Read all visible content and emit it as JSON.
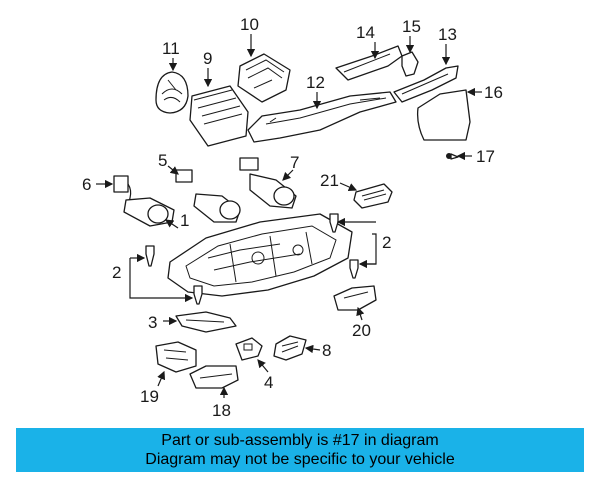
{
  "diagram": {
    "callouts": [
      "1",
      "2",
      "2",
      "3",
      "4",
      "5",
      "6",
      "7",
      "8",
      "9",
      "10",
      "11",
      "12",
      "13",
      "14",
      "15",
      "16",
      "17",
      "18",
      "19",
      "20",
      "21"
    ],
    "highlighted_part": "17"
  },
  "caption": {
    "line1": "Part or sub-assembly is #17 in diagram",
    "line2": "Diagram may not be specific to your vehicle"
  },
  "colors": {
    "caption_background": "#1ab2e8",
    "line_art": "#1a1a1a",
    "background": "#ffffff"
  }
}
